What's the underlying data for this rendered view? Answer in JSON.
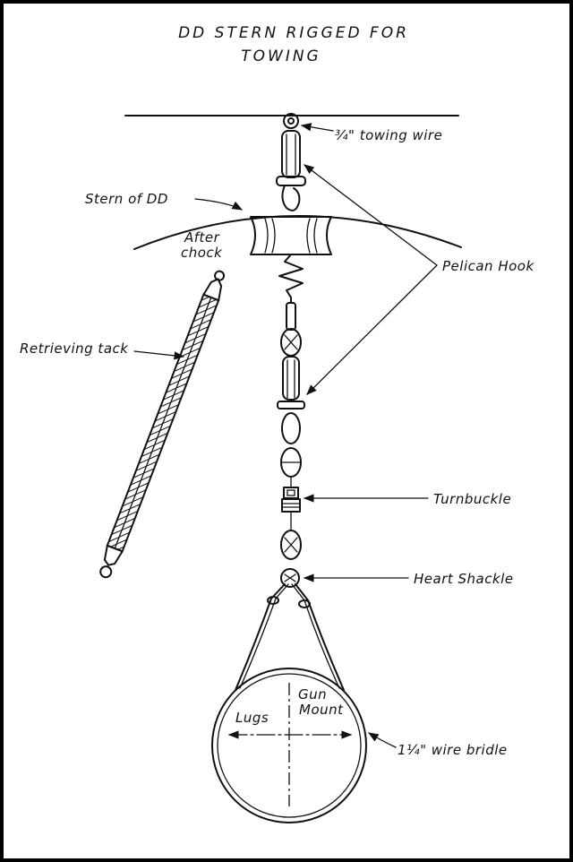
{
  "title": {
    "line1": "DD STERN RIGGED FOR",
    "line2": "TOWING"
  },
  "labels": {
    "towing_wire": "¾\" towing wire",
    "stern": "Stern of DD",
    "after": "After",
    "chock": "chock",
    "pelican": "Pelican Hook",
    "retrieving": "Retrieving tack",
    "turnbuckle": "Turnbuckle",
    "heart": "Heart Shackle",
    "gun": "Gun",
    "mount": "Mount",
    "lugs": "Lugs",
    "bridle": "1¼\" wire bridle"
  }
}
